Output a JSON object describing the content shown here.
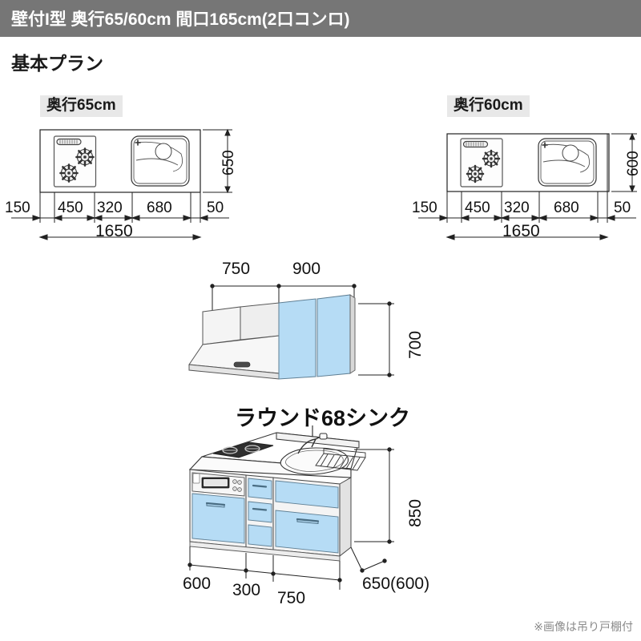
{
  "header": {
    "title": "壁付I型 奥行65/60cm 間口165cm(2口コンロ)",
    "bar_color": "#767676"
  },
  "subtitle": "基本プラン",
  "footnote": "※画像は吊り戸棚付",
  "colors": {
    "cabinet_blue": "#b6dcf5",
    "cabinet_blue_shade": "#a2cfee",
    "panel_white": "#f2f2f2",
    "panel_grey": "#e3e3e3",
    "line": "#222222",
    "tag_bg": "#e8e8e8"
  },
  "plan_left": {
    "tag": "奥行65cm",
    "depth_label": "650",
    "total_label": "1650",
    "segments": [
      "150",
      "450",
      "320",
      "680",
      "50"
    ],
    "icons": {
      "cooktop": "gas-cooktop-2-burner-icon",
      "sink": "round-sink-icon"
    }
  },
  "plan_right": {
    "tag": "奥行60cm",
    "depth_label": "600",
    "total_label": "1650",
    "segments": [
      "150",
      "450",
      "320",
      "680",
      "50"
    ],
    "icons": {
      "cooktop": "gas-cooktop-2-burner-icon",
      "sink": "round-sink-icon"
    }
  },
  "wall_unit": {
    "top_segments": [
      "750",
      "900"
    ],
    "height_label": "700",
    "parts": {
      "range_hood": "range-hood-icon",
      "door_left": "wall-cabinet-door-left",
      "door_right": "wall-cabinet-door-right"
    }
  },
  "base_unit": {
    "sink_label": "ラウンド68シンク",
    "height_label": "850",
    "bottom_segments": [
      "600",
      "300",
      "750"
    ],
    "depth_label": "650(600)",
    "parts": {
      "oven_cabinet": "oven-cabinet",
      "drawer_cabinet": "drawer-cabinet",
      "sink_cabinet": "sink-cabinet",
      "cooktop": "cooktop-3d-icon",
      "sink": "sink-3d-icon",
      "faucet": "faucet-icon"
    }
  }
}
